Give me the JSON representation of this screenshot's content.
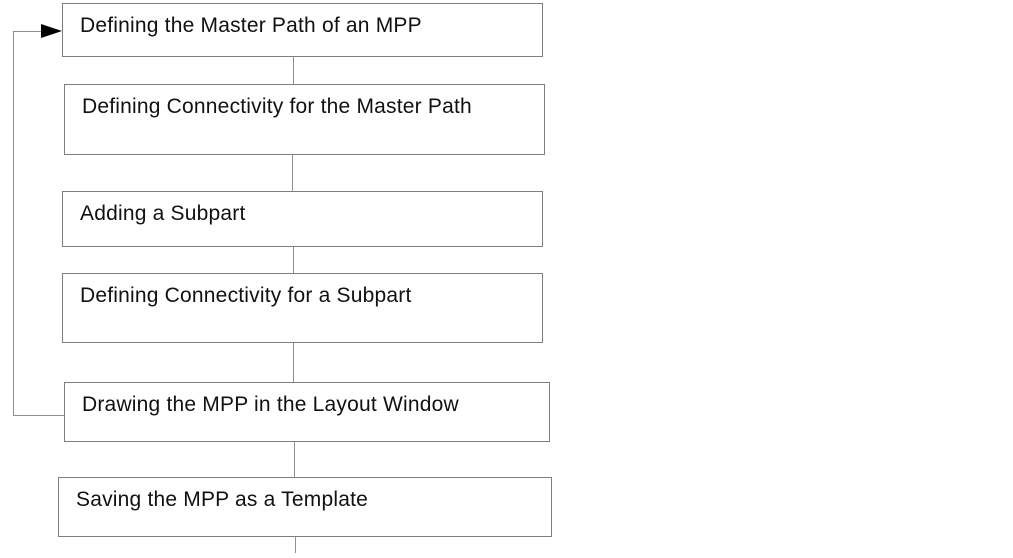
{
  "diagram": {
    "type": "flowchart",
    "orientation": "vertical",
    "colors": {
      "background": "#ffffff",
      "box-border": "#7f7f7f",
      "connector": "#8f8f8f",
      "arrow": "#000000",
      "text": "#111111"
    },
    "boxes": [
      {
        "id": "defining-master-path",
        "label": "Defining the Master Path of an MPP"
      },
      {
        "id": "defining-connectivity-master",
        "label": "Defining Connectivity for the Master Path"
      },
      {
        "id": "adding-subpart",
        "label": "Adding a Subpart"
      },
      {
        "id": "defining-connectivity-subpart",
        "label": "Defining Connectivity for a Subpart"
      },
      {
        "id": "drawing-mpp-layout",
        "label": "Drawing the MPP in the Layout Window"
      },
      {
        "id": "saving-mpp-template",
        "label": "Saving the MPP as a Template"
      }
    ],
    "edges": [
      {
        "from": "Defining the Master Path of an MPP",
        "to": "Defining Connectivity for the Master Path"
      },
      {
        "from": "Defining Connectivity for the Master Path",
        "to": "Adding a Subpart"
      },
      {
        "from": "Adding a Subpart",
        "to": "Defining Connectivity for a Subpart"
      },
      {
        "from": "Defining Connectivity for a Subpart",
        "to": "Drawing the MPP in the Layout Window"
      },
      {
        "from": "Drawing the MPP in the Layout Window",
        "to": "Saving the MPP as a Template"
      },
      {
        "from": "Drawing the MPP in the Layout Window",
        "to": "Defining the Master Path of an MPP",
        "style": "feedback-loop-left-side-with-arrowhead"
      }
    ]
  }
}
